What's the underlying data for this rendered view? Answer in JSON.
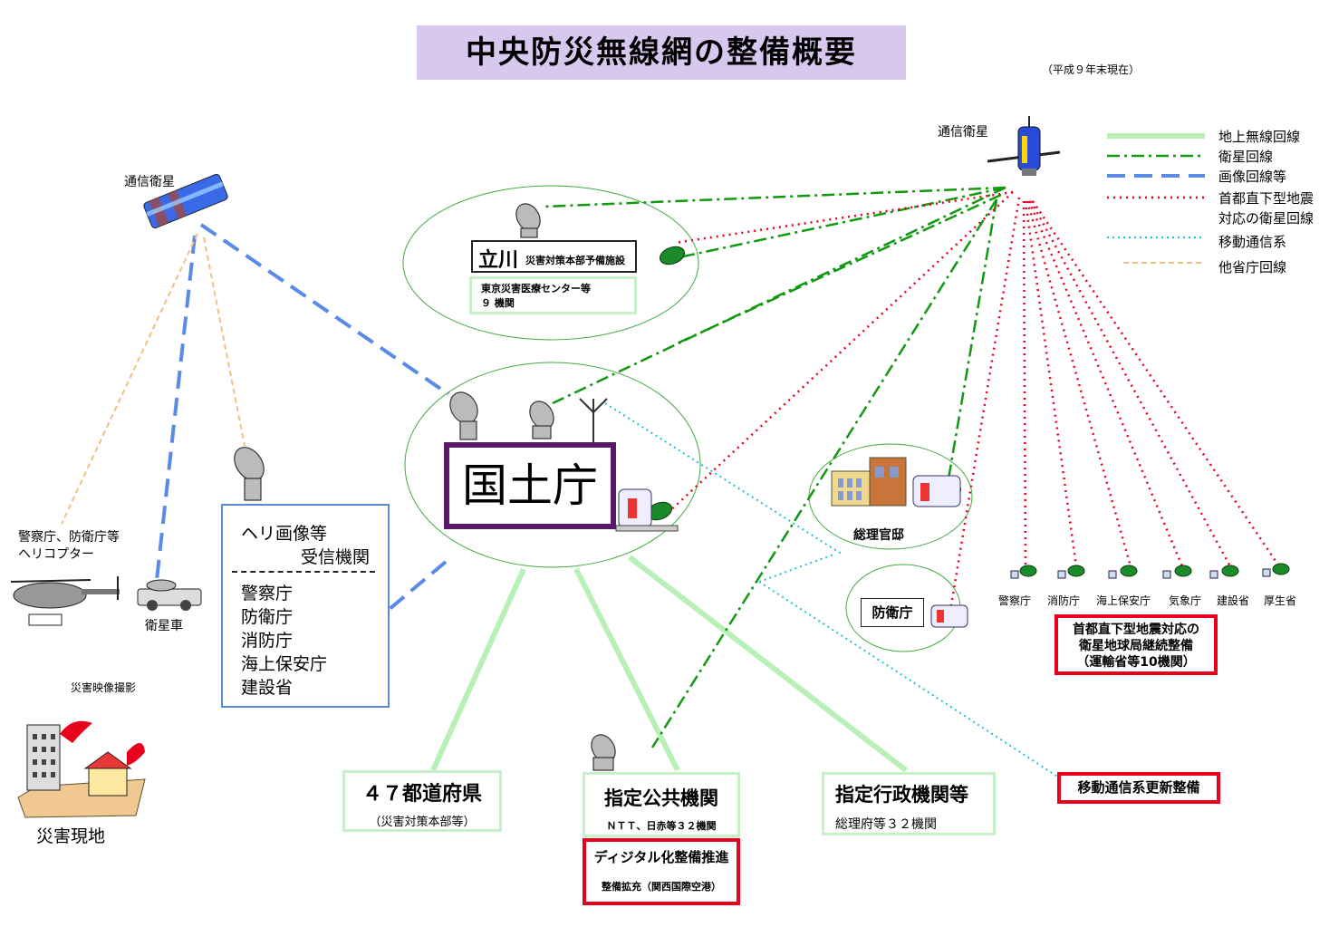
{
  "title": "中央防災無線網の整備概要",
  "as_of": "（平成９年末現在）",
  "legend": [
    {
      "label": "地上無線回線",
      "color": "#b8f0b8"
    },
    {
      "label": "衛星回線",
      "color": "#119911"
    },
    {
      "label": "画像回線等",
      "color": "#5a8ae8"
    },
    {
      "label": "首都直下型地震",
      "color": "#e8001c"
    },
    {
      "label": "対応の衛星回線",
      "color": "#e8001c"
    },
    {
      "label": "移動通信系",
      "color": "#22c0d8"
    },
    {
      "label": "他省庁回線",
      "color": "#f0c080"
    }
  ],
  "satellite_left_label": "通信衛星",
  "satellite_right_label": "通信衛星",
  "tachikawa": {
    "name": "立川",
    "sub": "災害対策本部予備施設",
    "note_line1": "東京災害医療センター等",
    "note_line2": "９ 機関"
  },
  "center": {
    "name": "国土庁"
  },
  "residence": {
    "name": "総理官邸"
  },
  "defense": {
    "name": "防衛庁"
  },
  "heli_box": {
    "heading1": "ヘリ画像等",
    "heading2": "受信機関",
    "items": [
      "警察庁",
      "防衛庁",
      "消防庁",
      "海上保安庁",
      "建設省"
    ]
  },
  "heli_label1": "警察庁、防衛庁等",
  "heli_label2": "ヘリコプター",
  "sat_car_label": "衛星車",
  "disaster_filming": "災害映像撮影",
  "disaster_site": "災害現地",
  "prefectures": {
    "name": "４７都道府県",
    "sub": "（災害対策本部等）"
  },
  "public_orgs": {
    "name": "指定公共機関",
    "sub": "ＮＴＴ、日赤等３２機関"
  },
  "digital_box": {
    "line1": "ディジタル化整備推進",
    "line2": "整備拡充（関西国際空港）"
  },
  "admin_orgs": {
    "name": "指定行政機関等",
    "sub": "総理府等３２機関"
  },
  "mobile_update": "移動通信系更新整備",
  "stations": [
    "警察庁",
    "消防庁",
    "海上保安庁",
    "気象庁",
    "建設省",
    "厚生省"
  ],
  "earth_station_box": {
    "line1": "首都直下型地震対応の",
    "line2": "衛星地球局継続整備",
    "line3": "（運輸省等10機関）"
  }
}
